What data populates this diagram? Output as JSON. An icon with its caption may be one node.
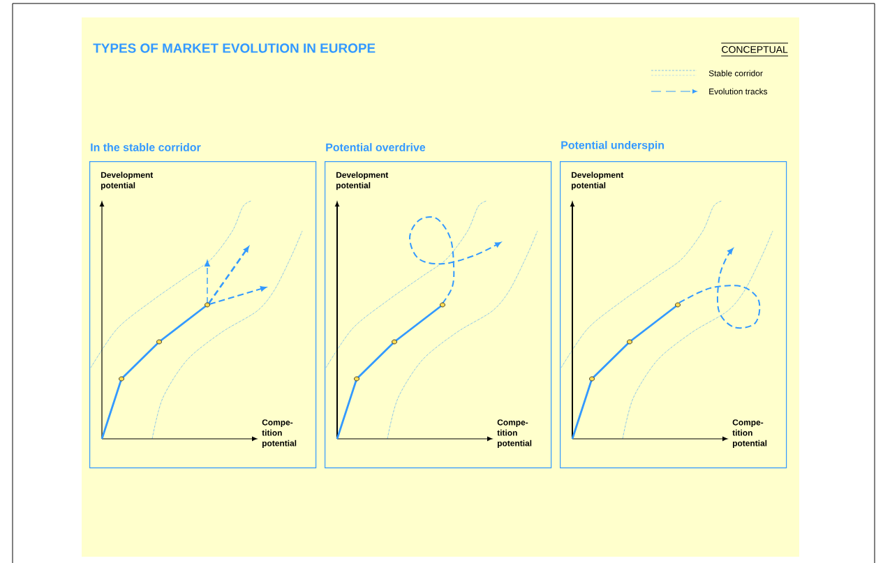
{
  "diagram": {
    "title": "TYPES OF MARKET EVOLUTION IN EUROPE",
    "nodes": [
      {
        "text": [
          "In the stable corridor",
          "Development potential",
          "Compe- tition potential"
        ]
      },
      {
        "text": [
          "Potential overdrive",
          "Development potential",
          "Compe- tition potential"
        ]
      },
      {
        "text": [
          "Potential underspin",
          "Development potential",
          "Compe- tition potential"
        ]
      }
    ],
    "labels": [
      "CONCEPTUAL"
    ],
    "legend": [
      {
        "text": "Stable corridor"
      },
      {
        "text": "Evolution tracks"
      }
    ]
  }
}
